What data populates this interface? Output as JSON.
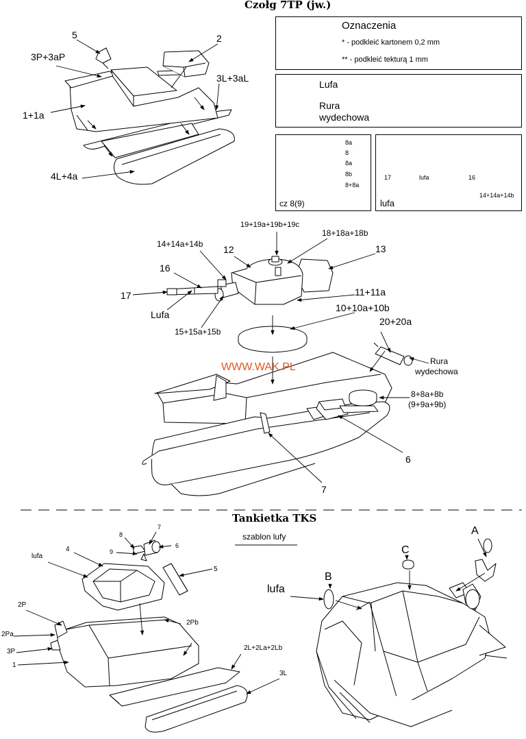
{
  "titles": {
    "top": "Czołg 7TP (jw.)",
    "bottom": "Tankietka TKS",
    "watermark": "WWW.WAK.PL"
  },
  "legend": {
    "heading": "Oznaczenia",
    "note1": "* - podkleić kartonem 0,2 mm",
    "note2": "** - podkleić tekturą 1 mm",
    "lufa": "Lufa",
    "rura_line1": "Rura",
    "rura_line2": "wydechowa"
  },
  "inset_cz": {
    "title": "cz 8(9)",
    "labels": [
      "8a",
      "8",
      "8a",
      "8b",
      "8+8a"
    ]
  },
  "inset_lufa": {
    "title": "lufa",
    "labels": [
      "17",
      "lufa",
      "16",
      "14+14a+14b"
    ]
  },
  "hull7tp_labels": {
    "l5": "5",
    "l2": "2",
    "l3p": "3P+3aP",
    "l3l": "3L+3aL",
    "l1": "1+1a",
    "l4": "4L+4a"
  },
  "turret_labels": {
    "l19": "19+19a+19b+19c",
    "l18": "18+18a+18b",
    "l14": "14+14a+14b",
    "l12": "12",
    "l13": "13",
    "l16": "16",
    "l17": "17",
    "l11": "11+11a",
    "lufa": "Lufa",
    "l10": "10+10a+10b",
    "l15": "15+15a+15b",
    "l20": "20+20a",
    "rura1": "Rura",
    "rura2": "wydechowa",
    "l8a": "8+8a+8b",
    "l8b": "(9+9a+9b)",
    "l6": "6",
    "l7": "7"
  },
  "tks_labels": {
    "szablon": "szablon lufy",
    "l8": "8",
    "l7": "7",
    "l9": "9",
    "l6": "6",
    "l4": "4",
    "lufa_small": "lufa",
    "l5": "5",
    "l2p": "2P",
    "l2pa": "2Pa",
    "l2pb": "2Pb",
    "l3p": "3P",
    "l1": "1",
    "l2l": "2L+2La+2Lb",
    "l3l": "3L",
    "lA": "A",
    "lB": "B",
    "lC": "C",
    "lufa_big": "lufa"
  }
}
